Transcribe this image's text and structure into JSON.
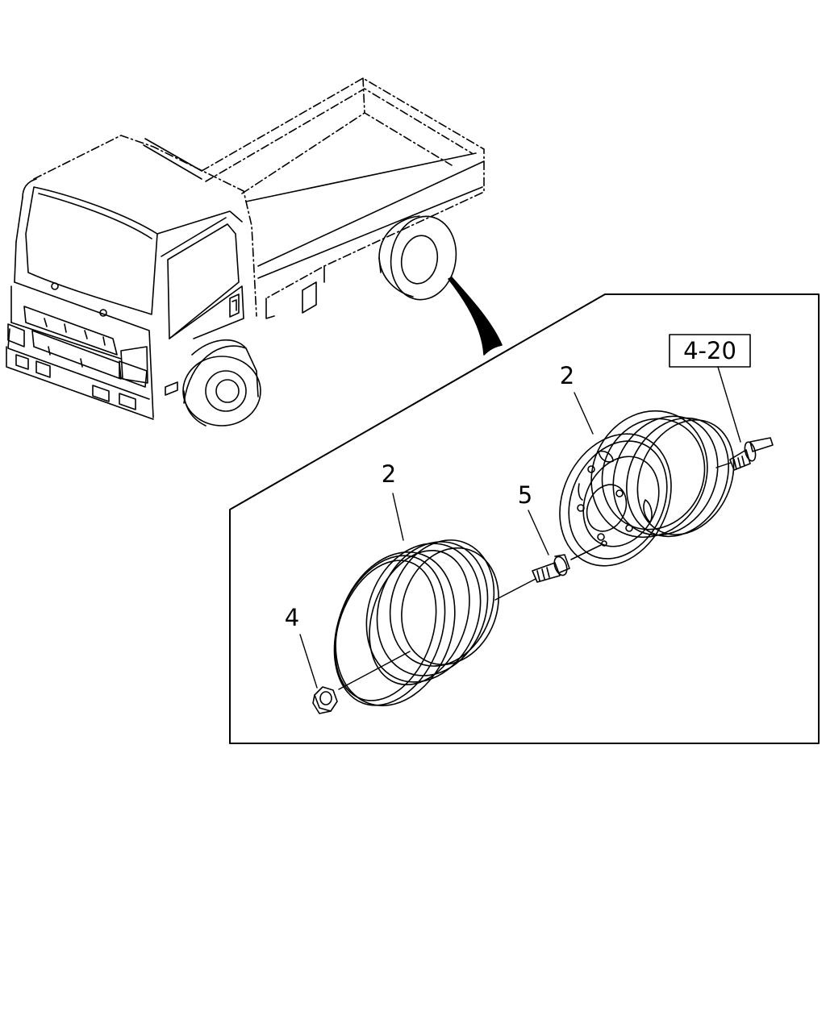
{
  "callouts": {
    "ref_box": "4-20",
    "wheel_rear_label": "2",
    "wheel_front_label": "2",
    "bolt_label": "5",
    "nut_label": "4"
  },
  "colors": {
    "line": "#000000",
    "background": "#ffffff"
  }
}
